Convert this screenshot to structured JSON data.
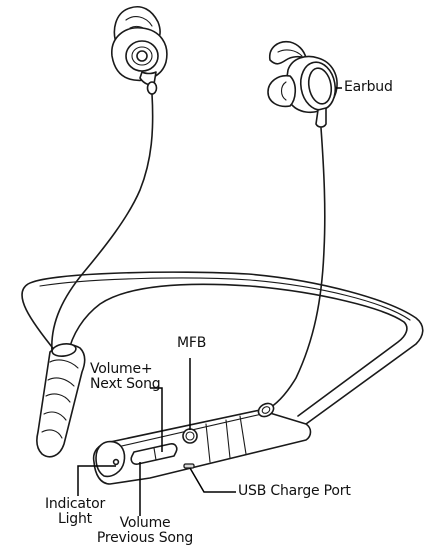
{
  "labels": {
    "earbud": "Earbud",
    "mfb": "MFB",
    "volume_plus_line1": "Volume+",
    "volume_plus_line2": "Next Song",
    "indicator_line1": "Indicator",
    "indicator_line2": "Light",
    "volume_minus_line1": "Volume",
    "volume_minus_line2": "Previous Song",
    "usb_port": "USB Charge Port"
  },
  "colors": {
    "line": "#1a1a1a",
    "background": "#ffffff"
  }
}
